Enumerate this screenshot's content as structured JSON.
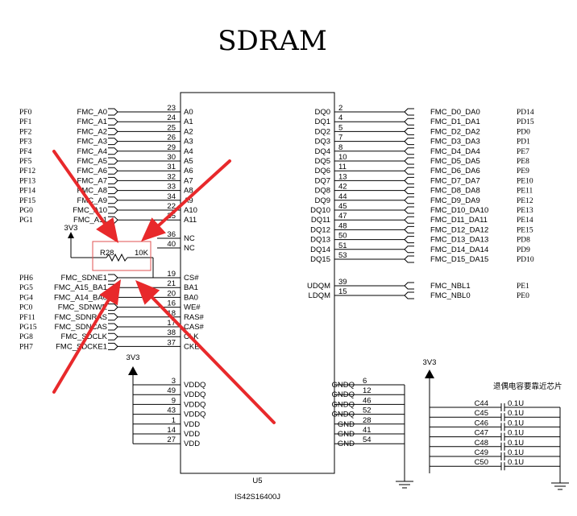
{
  "title": "SDRAM",
  "chip": {
    "ref": "U5",
    "part": "IS42S16400J"
  },
  "power": {
    "v33": "3V3",
    "note": "退偶电容要靠近芯片"
  },
  "left_pins": [
    {
      "port": "PF0",
      "net": "FMC_A0",
      "num": "23",
      "pin": "A0"
    },
    {
      "port": "PF1",
      "net": "FMC_A1",
      "num": "24",
      "pin": "A1"
    },
    {
      "port": "PF2",
      "net": "FMC_A2",
      "num": "25",
      "pin": "A2"
    },
    {
      "port": "PF3",
      "net": "FMC_A3",
      "num": "26",
      "pin": "A3"
    },
    {
      "port": "PF4",
      "net": "FMC_A4",
      "num": "29",
      "pin": "A4"
    },
    {
      "port": "PF5",
      "net": "FMC_A5",
      "num": "30",
      "pin": "A5"
    },
    {
      "port": "PF12",
      "net": "FMC_A6",
      "num": "31",
      "pin": "A6"
    },
    {
      "port": "PF13",
      "net": "FMC_A7",
      "num": "32",
      "pin": "A7"
    },
    {
      "port": "PF14",
      "net": "FMC_A8",
      "num": "33",
      "pin": "A8"
    },
    {
      "port": "PF15",
      "net": "FMC_A9",
      "num": "34",
      "pin": "A9"
    },
    {
      "port": "PG0",
      "net": "FMC_A10",
      "num": "22",
      "pin": "A10"
    },
    {
      "port": "PG1",
      "net": "FMC_A11",
      "num": "35",
      "pin": "A11"
    }
  ],
  "nc_pins": [
    {
      "num": "36",
      "pin": "NC"
    },
    {
      "num": "40",
      "pin": "NC"
    }
  ],
  "resistor": {
    "ref": "R28",
    "value": "10K"
  },
  "ctrl_pins": [
    {
      "port": "PH6",
      "net": "FMC_SDNE1",
      "num": "19",
      "pin": "CS#"
    },
    {
      "port": "PG5",
      "net": "FMC_A15_BA1",
      "num": "21",
      "pin": "BA1"
    },
    {
      "port": "PG4",
      "net": "FMC_A14_BA0",
      "num": "20",
      "pin": "BA0"
    },
    {
      "port": "PC0",
      "net": "FMC_SDNWE",
      "num": "16",
      "pin": "WE#"
    },
    {
      "port": "PF11",
      "net": "FMC_SDNRAS",
      "num": "18",
      "pin": "RAS#"
    },
    {
      "port": "PG15",
      "net": "FMC_SDNCAS",
      "num": "17",
      "pin": "CAS#"
    },
    {
      "port": "PG8",
      "net": "FMC_SDCLK",
      "num": "38",
      "pin": "CLK"
    },
    {
      "port": "PH7",
      "net": "FMC_SDCKE1",
      "num": "37",
      "pin": "CKE"
    }
  ],
  "vdd_pins": [
    {
      "num": "3",
      "pin": "VDDQ"
    },
    {
      "num": "49",
      "pin": "VDDQ"
    },
    {
      "num": "9",
      "pin": "VDDQ"
    },
    {
      "num": "43",
      "pin": "VDDQ"
    },
    {
      "num": "1",
      "pin": "VDD"
    },
    {
      "num": "14",
      "pin": "VDD"
    },
    {
      "num": "27",
      "pin": "VDD"
    }
  ],
  "right_pins": [
    {
      "pin": "DQ0",
      "num": "2",
      "net": "FMC_D0_DA0",
      "port": "PD14"
    },
    {
      "pin": "DQ1",
      "num": "4",
      "net": "FMC_D1_DA1",
      "port": "PD15"
    },
    {
      "pin": "DQ2",
      "num": "5",
      "net": "FMC_D2_DA2",
      "port": "PD0"
    },
    {
      "pin": "DQ3",
      "num": "7",
      "net": "FMC_D3_DA3",
      "port": "PD1"
    },
    {
      "pin": "DQ4",
      "num": "8",
      "net": "FMC_D4_DA4",
      "port": "PE7"
    },
    {
      "pin": "DQ5",
      "num": "10",
      "net": "FMC_D5_DA5",
      "port": "PE8"
    },
    {
      "pin": "DQ6",
      "num": "11",
      "net": "FMC_D6_DA6",
      "port": "PE9"
    },
    {
      "pin": "DQ7",
      "num": "13",
      "net": "FMC_D7_DA7",
      "port": "PE10"
    },
    {
      "pin": "DQ8",
      "num": "42",
      "net": "FMC_D8_DA8",
      "port": "PE11"
    },
    {
      "pin": "DQ9",
      "num": "44",
      "net": "FMC_D9_DA9",
      "port": "PE12"
    },
    {
      "pin": "DQ10",
      "num": "45",
      "net": "FMC_D10_DA10",
      "port": "PE13"
    },
    {
      "pin": "DQ11",
      "num": "47",
      "net": "FMC_D11_DA11",
      "port": "PE14"
    },
    {
      "pin": "DQ12",
      "num": "48",
      "net": "FMC_D12_DA12",
      "port": "PE15"
    },
    {
      "pin": "DQ13",
      "num": "50",
      "net": "FMC_D13_DA13",
      "port": "PD8"
    },
    {
      "pin": "DQ14",
      "num": "51",
      "net": "FMC_D14_DA14",
      "port": "PD9"
    },
    {
      "pin": "DQ15",
      "num": "53",
      "net": "FMC_D15_DA15",
      "port": "PD10"
    }
  ],
  "mask_pins": [
    {
      "pin": "UDQM",
      "num": "39",
      "net": "FMC_NBL1",
      "port": "PE1"
    },
    {
      "pin": "LDQM",
      "num": "15",
      "net": "FMC_NBL0",
      "port": "PE0"
    }
  ],
  "gnd_pins": [
    {
      "pin": "GNDQ",
      "num": "6"
    },
    {
      "pin": "GNDQ",
      "num": "12"
    },
    {
      "pin": "GNDQ",
      "num": "46"
    },
    {
      "pin": "GNDQ",
      "num": "52"
    },
    {
      "pin": "GND",
      "num": "28"
    },
    {
      "pin": "GND",
      "num": "41"
    },
    {
      "pin": "GND",
      "num": "54"
    }
  ],
  "caps": [
    {
      "ref": "C44",
      "value": "0.1U"
    },
    {
      "ref": "C45",
      "value": "0.1U"
    },
    {
      "ref": "C46",
      "value": "0.1U"
    },
    {
      "ref": "C47",
      "value": "0.1U"
    },
    {
      "ref": "C48",
      "value": "0.1U"
    },
    {
      "ref": "C49",
      "value": "0.1U"
    },
    {
      "ref": "C50",
      "value": "0.1U"
    }
  ],
  "colors": {
    "wire": "#000000",
    "arrow": "#e8292b",
    "highlight": "#e05050"
  }
}
